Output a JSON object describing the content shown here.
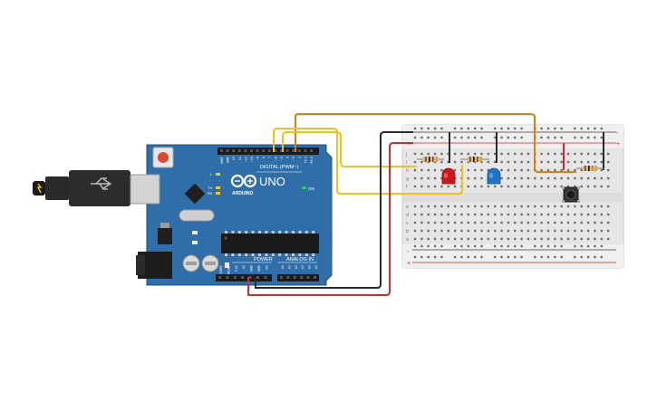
{
  "board": {
    "logo_text": "UNO",
    "digital_label": "DIGITAL (PWM~)",
    "power_label": "POWER",
    "analog_label": "ANALOG IN",
    "on_label": "ON",
    "tx_label": "TX",
    "rx_label": "RX",
    "l_label": "L",
    "brand": "ARDUINO",
    "digital_pins": [
      "AREF",
      "GND",
      "13",
      "12",
      "~11",
      "~10",
      "~9",
      "8",
      "7",
      "~6",
      "~5",
      "4",
      "~3",
      "2",
      "TX 1",
      "RX 0"
    ],
    "power_pins": [
      "IOREF",
      "RESET",
      "3.3V",
      "5V",
      "GND",
      "GND",
      "Vin"
    ],
    "analog_pins": [
      "A0",
      "A1",
      "A2",
      "A3",
      "A4",
      "A5"
    ]
  },
  "breadboard": {
    "row_letters_top": [
      "j",
      "i",
      "h",
      "g",
      "f"
    ],
    "row_letters_bottom": [
      "e",
      "d",
      "c",
      "b",
      "a"
    ],
    "rail_plus": "+",
    "rail_minus": "-"
  },
  "colors": {
    "board": "#2f6ea8",
    "board_edge": "#1f4f7c",
    "wire_black": "#2b2b2b",
    "wire_red": "#d42a2a",
    "wire_yellow": "#f2c21b",
    "wire_orange": "#e07c0c",
    "led_red": "#c8171e",
    "led_blue": "#1f74c4",
    "breadboard": "#e9e9e9"
  }
}
